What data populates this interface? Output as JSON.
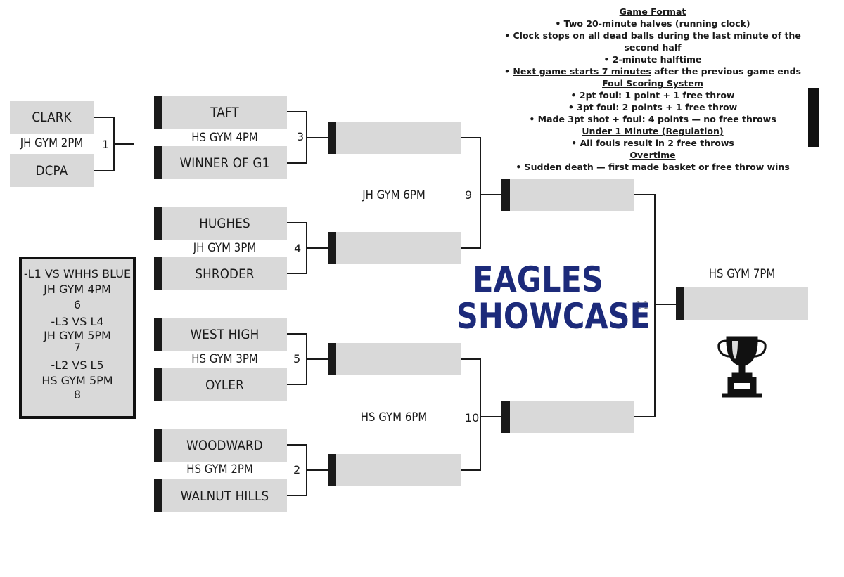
{
  "rules": {
    "heading_format": "Game Format",
    "format_lines": [
      "• Two 20-minute halves (running clock)",
      "• Clock stops on all dead balls during the last minute of the second half",
      "• 2-minute halftime"
    ],
    "next_game_underlined": "Next game starts 7 minutes",
    "next_game_rest": " after the previous game ends",
    "heading_foul": "Foul Scoring System",
    "foul_lines": [
      "• 2pt foul: 1 point + 1 free throw",
      "• 3pt foul: 2 points + 1 free throw",
      "• Made 3pt shot + foul: 4 points — no free throws"
    ],
    "heading_under": "Under 1 Minute (Regulation)",
    "under_lines": [
      "• All fouls result in 2 free throws"
    ],
    "heading_ot": "Overtime",
    "ot_lines": [
      "• Sudden death — first made basket or free throw wins"
    ]
  },
  "title": {
    "line1": "EAGLES",
    "line2": "SHOWCASE"
  },
  "games": {
    "g1": {
      "top": "CLARK",
      "bottom": "DCPA",
      "venue": "JH GYM 2PM",
      "number": "1"
    },
    "g3": {
      "top": "TAFT",
      "bottom": "WINNER OF G1",
      "venue": "HS GYM 4PM",
      "number": "3"
    },
    "g4": {
      "top": "HUGHES",
      "bottom": "SHRODER",
      "venue": "JH GYM 3PM",
      "number": "4"
    },
    "g5": {
      "top": "WEST HIGH",
      "bottom": "OYLER",
      "venue": "HS GYM 3PM",
      "number": "5"
    },
    "g2": {
      "top": "WOODWARD",
      "bottom": "WALNUT HILLS",
      "venue": "HS GYM 2PM",
      "number": "2"
    },
    "g9": {
      "venue": "JH GYM 6PM",
      "number": "9"
    },
    "g10": {
      "venue": "HS GYM 6PM",
      "number": "10"
    },
    "g11": {
      "venue": "HS GYM 7PM",
      "number": "11"
    }
  },
  "consolation": {
    "lines": [
      "-L1 VS WHHS BLUE",
      "JH GYM 4PM",
      "6",
      "-L3 VS L4",
      "JH GYM 5PM",
      "7",
      "-L2 VS L5",
      "HS GYM 5PM",
      "8"
    ]
  },
  "colors": {
    "slot": "#d9d9d9",
    "bar": "#1a1a1a",
    "title": "#1c2a7a"
  },
  "icons": {
    "trophy": "trophy-icon"
  }
}
